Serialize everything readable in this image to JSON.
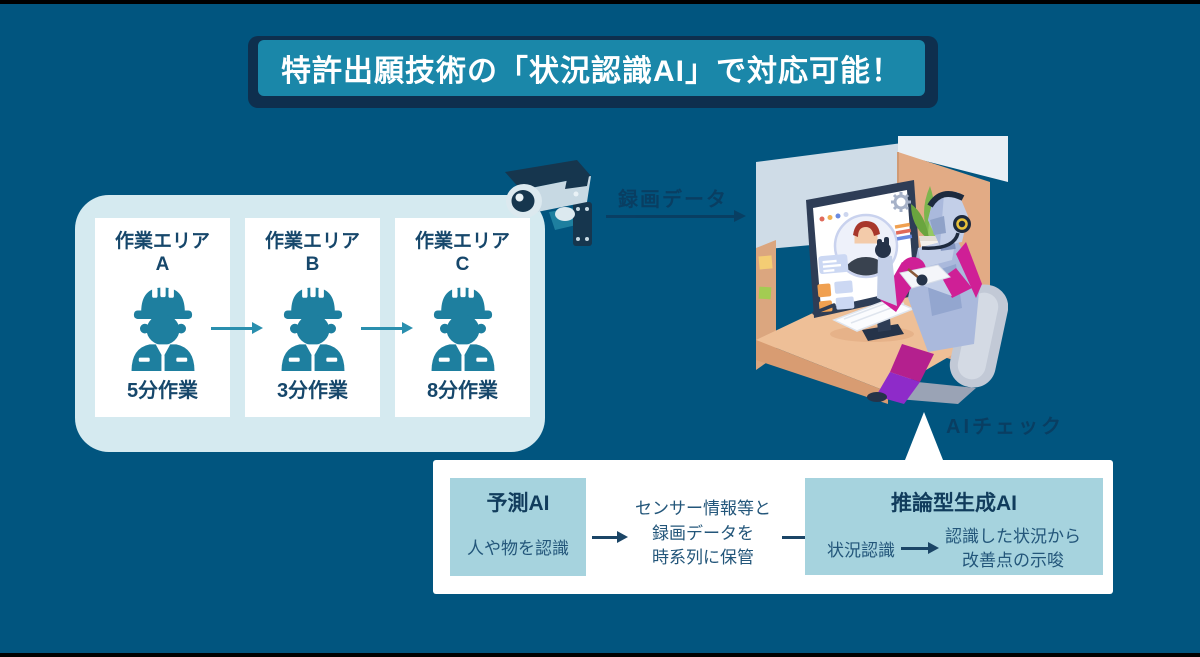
{
  "banner": {
    "title": "特許出願技術の「状況認識AI」で対応可能！"
  },
  "work_panel": {
    "areas": [
      {
        "name": "作業エリア",
        "letter": "A",
        "duration": "5分作業"
      },
      {
        "name": "作業エリア",
        "letter": "B",
        "duration": "3分作業"
      },
      {
        "name": "作業エリア",
        "letter": "C",
        "duration": "8分作業"
      }
    ]
  },
  "camera_flow": {
    "label": "録画データ"
  },
  "ai_check": {
    "label": "AIチェック"
  },
  "flow_box": {
    "predict_ai": {
      "title": "予測AI",
      "desc": "人や物を認識"
    },
    "storage": {
      "lines": [
        "センサー情報等と",
        "録画データを",
        "時系列に保管"
      ]
    },
    "inference_ai": {
      "title": "推論型生成AI",
      "step": "状況認識",
      "result_lines": [
        "認識した状況から",
        "改善点の示唆"
      ]
    }
  },
  "colors": {
    "background": "#01557f",
    "banner_fill": "#1a87a9",
    "banner_shadow": "#0e2f4e",
    "panel": "#d5eaf0",
    "worker_teal": "#1e7f9f",
    "flow_blue": "#a6d3de",
    "text_dark": "#113c5c",
    "faint_label": "#0a3c5f"
  }
}
